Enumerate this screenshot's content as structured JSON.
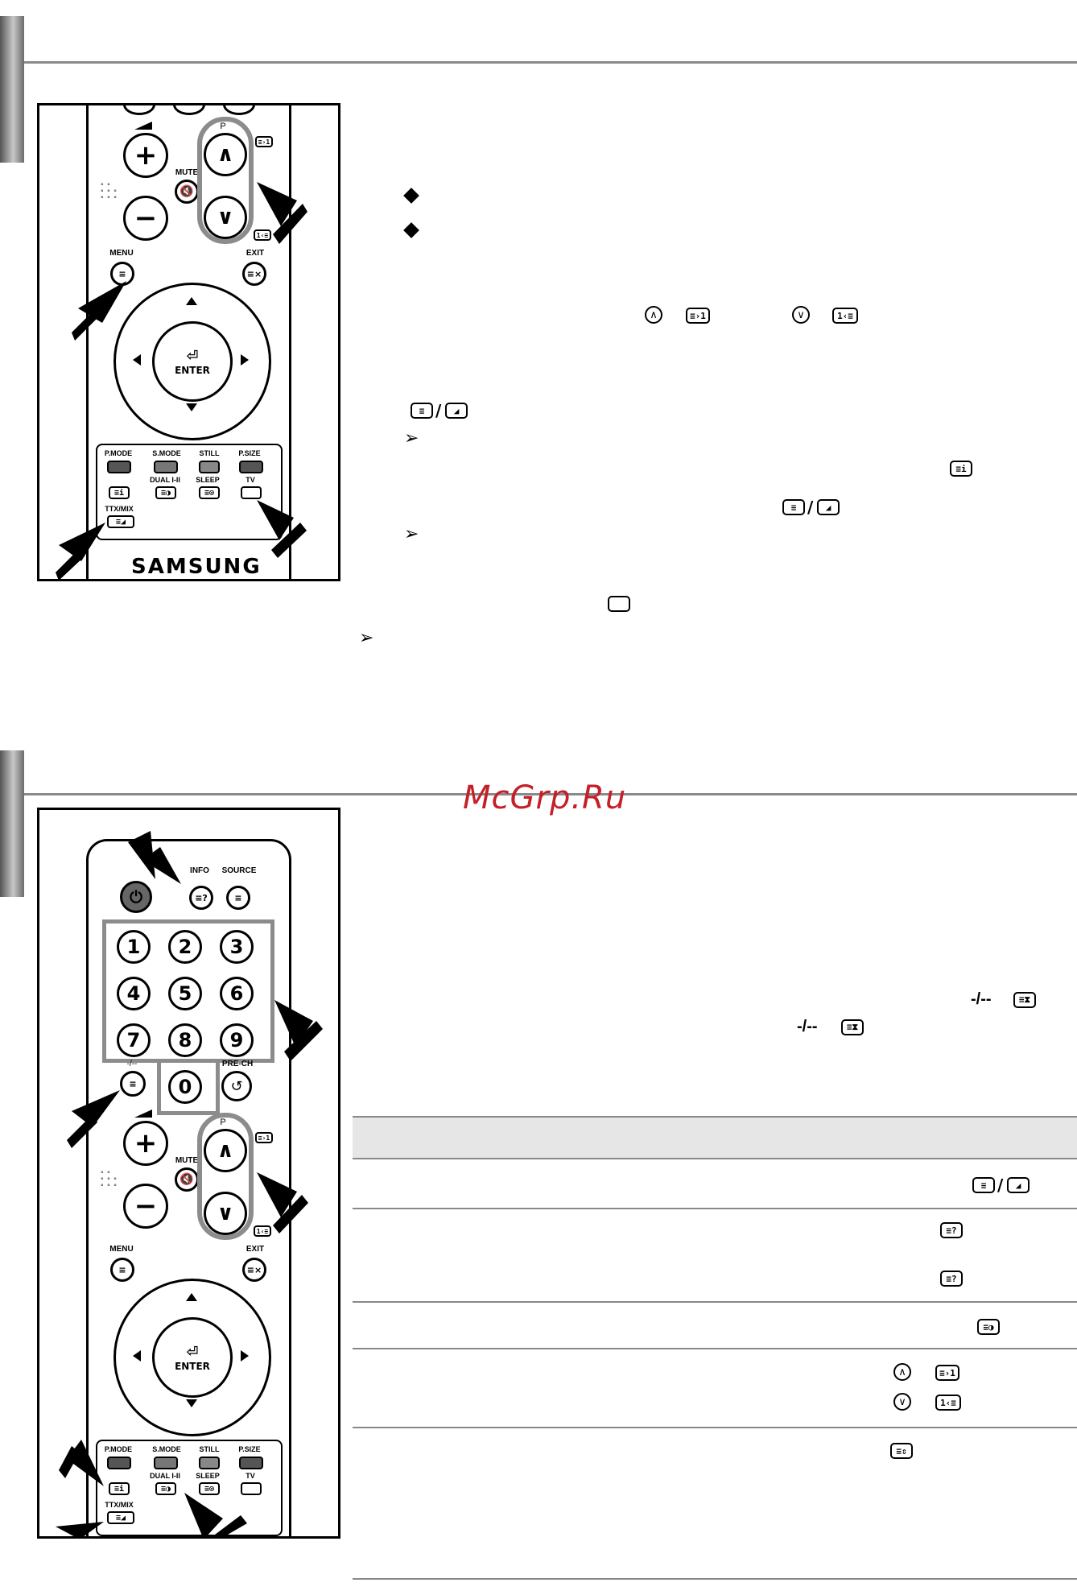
{
  "watermark": "McGrp.Ru",
  "remote_top": {
    "mute": "MUTE",
    "p": "P",
    "menu": "MENU",
    "exit": "EXIT",
    "enter": "ENTER",
    "pmode": "P.MODE",
    "smode": "S.MODE",
    "still": "STILL",
    "psize": "P.SIZE",
    "dual": "DUAL I-II",
    "sleep": "SLEEP",
    "tv": "TV",
    "ttxmix": "TTX/MIX",
    "brand": "SAMSUNG"
  },
  "remote_bottom": {
    "info": "INFO",
    "source": "SOURCE",
    "digits": [
      "1",
      "2",
      "3",
      "4",
      "5",
      "6",
      "7",
      "8",
      "9",
      "0"
    ],
    "prech": "PRE-CH",
    "dashdash": "-/--",
    "mute": "MUTE",
    "p": "P",
    "menu": "MENU",
    "exit": "EXIT",
    "enter": "ENTER",
    "pmode": "P.MODE",
    "smode": "S.MODE",
    "still": "STILL",
    "psize": "P.SIZE",
    "dual": "DUAL I-II",
    "sleep": "SLEEP",
    "tv": "TV",
    "ttxmix": "TTX/MIX"
  },
  "text_symbols": {
    "dash1": "-/--",
    "dash2": "-/--",
    "slash": "/"
  },
  "icons": {
    "arrow_marker": "triangle-arrow-icon",
    "bullet": "diamond-bullet-icon"
  }
}
